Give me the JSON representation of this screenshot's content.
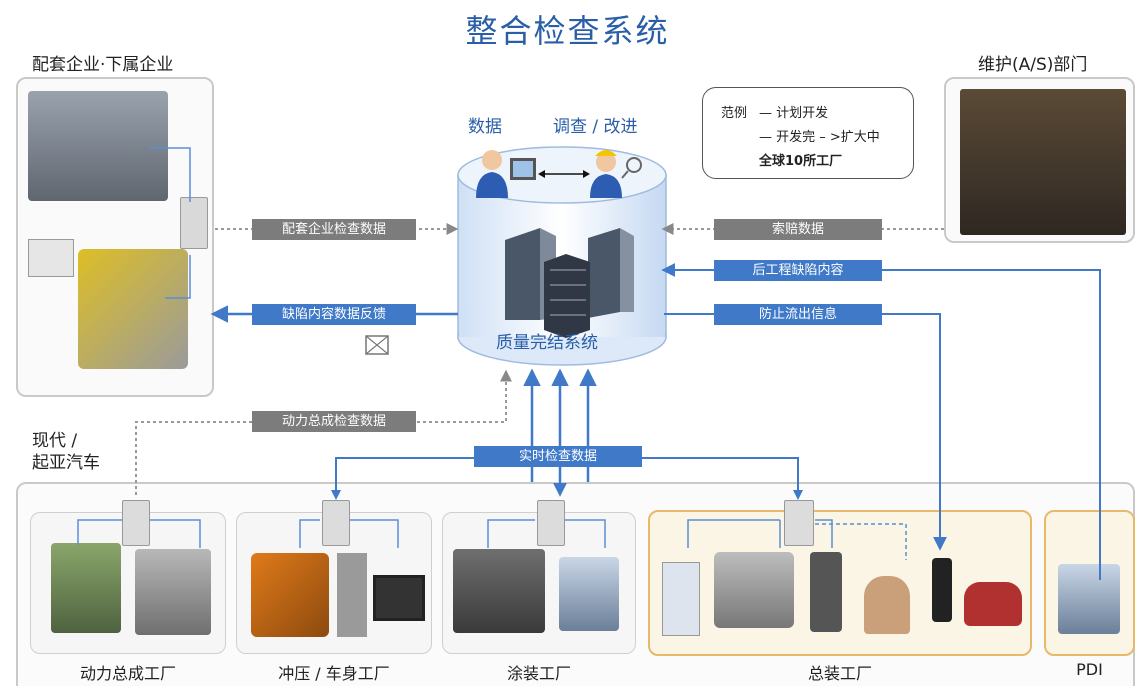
{
  "title": "整合检查系统",
  "left_group": "配套企业·下属企业",
  "right_group": "维护(A/S)部门",
  "hyundai_label_line1": "现代 /",
  "hyundai_label_line2": "起亚汽车",
  "db": {
    "data_label": "数据",
    "survey_label": "调查 / 改进",
    "system_label": "质量完结系统"
  },
  "legend": {
    "title": "范例",
    "planned": "— 计划开发",
    "expanding": "— 开发完 – >扩大中",
    "footnote": "全球10所工厂"
  },
  "flows": {
    "supplier_inspection": "配套企业检查数据",
    "defect_feedback": "缺陷内容数据反馈",
    "claim_data": "索赔数据",
    "post_process_defects": "后工程缺陷内容",
    "outflow_prevention": "防止流出信息",
    "powertrain_inspection": "动力总成检查数据",
    "realtime_inspection": "实时检查数据"
  },
  "factories": [
    "动力总成工厂",
    "冲压 / 车身工厂",
    "涂装工厂",
    "总装工厂",
    "PDI"
  ],
  "colors": {
    "accent_blue": "#3f79c8",
    "title_blue": "#2a5fa8",
    "gray_tag": "#7c7c7c",
    "assembly_border": "#e8b968"
  }
}
